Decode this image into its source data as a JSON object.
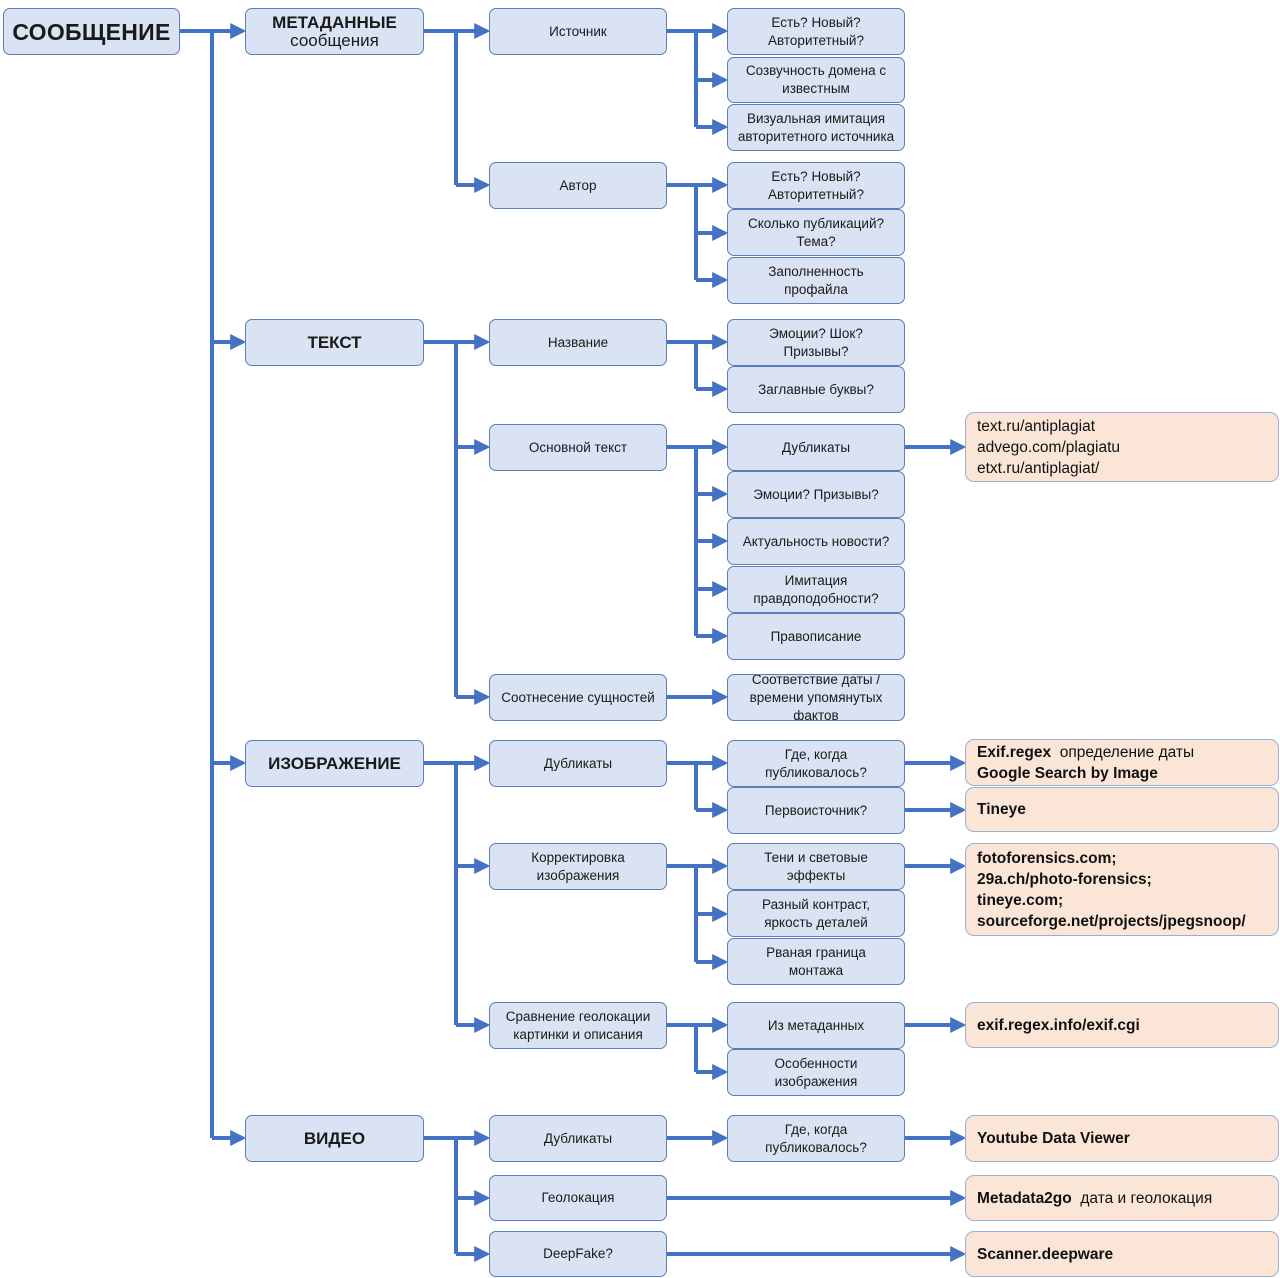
{
  "colors": {
    "connector": "#4472c4",
    "node_fill": "#dae3f3",
    "node_border": "#5b7db8",
    "result_fill": "#fbe5d6"
  },
  "root": {
    "label": "СООБЩЕНИЕ"
  },
  "categories": {
    "meta": {
      "title": "МЕТАДАННЫЕ",
      "subtitle": "сообщения"
    },
    "text": {
      "title": "ТЕКСТ"
    },
    "image": {
      "title": "ИЗОБРАЖЕНИЕ"
    },
    "video": {
      "title": "ВИДЕО"
    }
  },
  "meta": {
    "source": {
      "label": "Источник",
      "checks": [
        "Есть? Новый? Авторитетный?",
        "Созвучность домена с известным",
        "Визуальная имитация авторитетного источника"
      ]
    },
    "author": {
      "label": "Автор",
      "checks": [
        "Есть? Новый? Авторитетный?",
        "Сколько публикаций? Тема?",
        "Заполненность профайла"
      ]
    }
  },
  "text": {
    "title_node": {
      "label": "Название",
      "checks": [
        "Эмоции? Шок? Призывы?",
        "Заглавные буквы?"
      ]
    },
    "body_node": {
      "label": "Основной текст",
      "checks": [
        "Дубликаты",
        "Эмоции? Призывы?",
        "Актуальность новости?",
        "Имитация правдоподобности?",
        "Правописание"
      ],
      "tools": [
        "text.ru/antiplagiat",
        "advego.com/plagiatu",
        "etxt.ru/antiplagiat/"
      ]
    },
    "entities_node": {
      "label": "Соотнесение сущностей",
      "checks": [
        "Соответствие даты / времени упомянутых фактов"
      ]
    }
  },
  "image": {
    "dup_node": {
      "label": "Дубликаты",
      "checks": [
        "Где, когда публиковалось?",
        "Первоисточник?"
      ],
      "tools1": {
        "bold": "Exif.regex",
        "normal": "определение даты",
        "line2": "Google Search by Image"
      },
      "tools2": "Tineye"
    },
    "edit_node": {
      "label": "Корректировка изображения",
      "checks": [
        "Тени и световые эффекты",
        "Разный контраст, яркость деталей",
        "Рваная граница монтажа"
      ],
      "tools": [
        "fotoforensics.com;",
        "29a.ch/photo-forensics;",
        "tineye.com;",
        "sourceforge.net/projects/jpegsnoop/"
      ]
    },
    "geo_node": {
      "label": "Сравнение геолокации картинки и описания",
      "checks": [
        "Из метаданных",
        "Особенности изображения"
      ],
      "tools": "exif.regex.info/exif.cgi"
    }
  },
  "video": {
    "dup_node": {
      "label": "Дубликаты",
      "checks": [
        "Где, когда публиковалось?"
      ],
      "tools": "Youtube Data Viewer"
    },
    "geo_node": {
      "label": "Геолокация",
      "tool_bold": "Metadata2go",
      "tool_normal": "дата и геолокация"
    },
    "fake_node": {
      "label": "DeepFake?",
      "tools": "Scanner.deepware"
    }
  }
}
